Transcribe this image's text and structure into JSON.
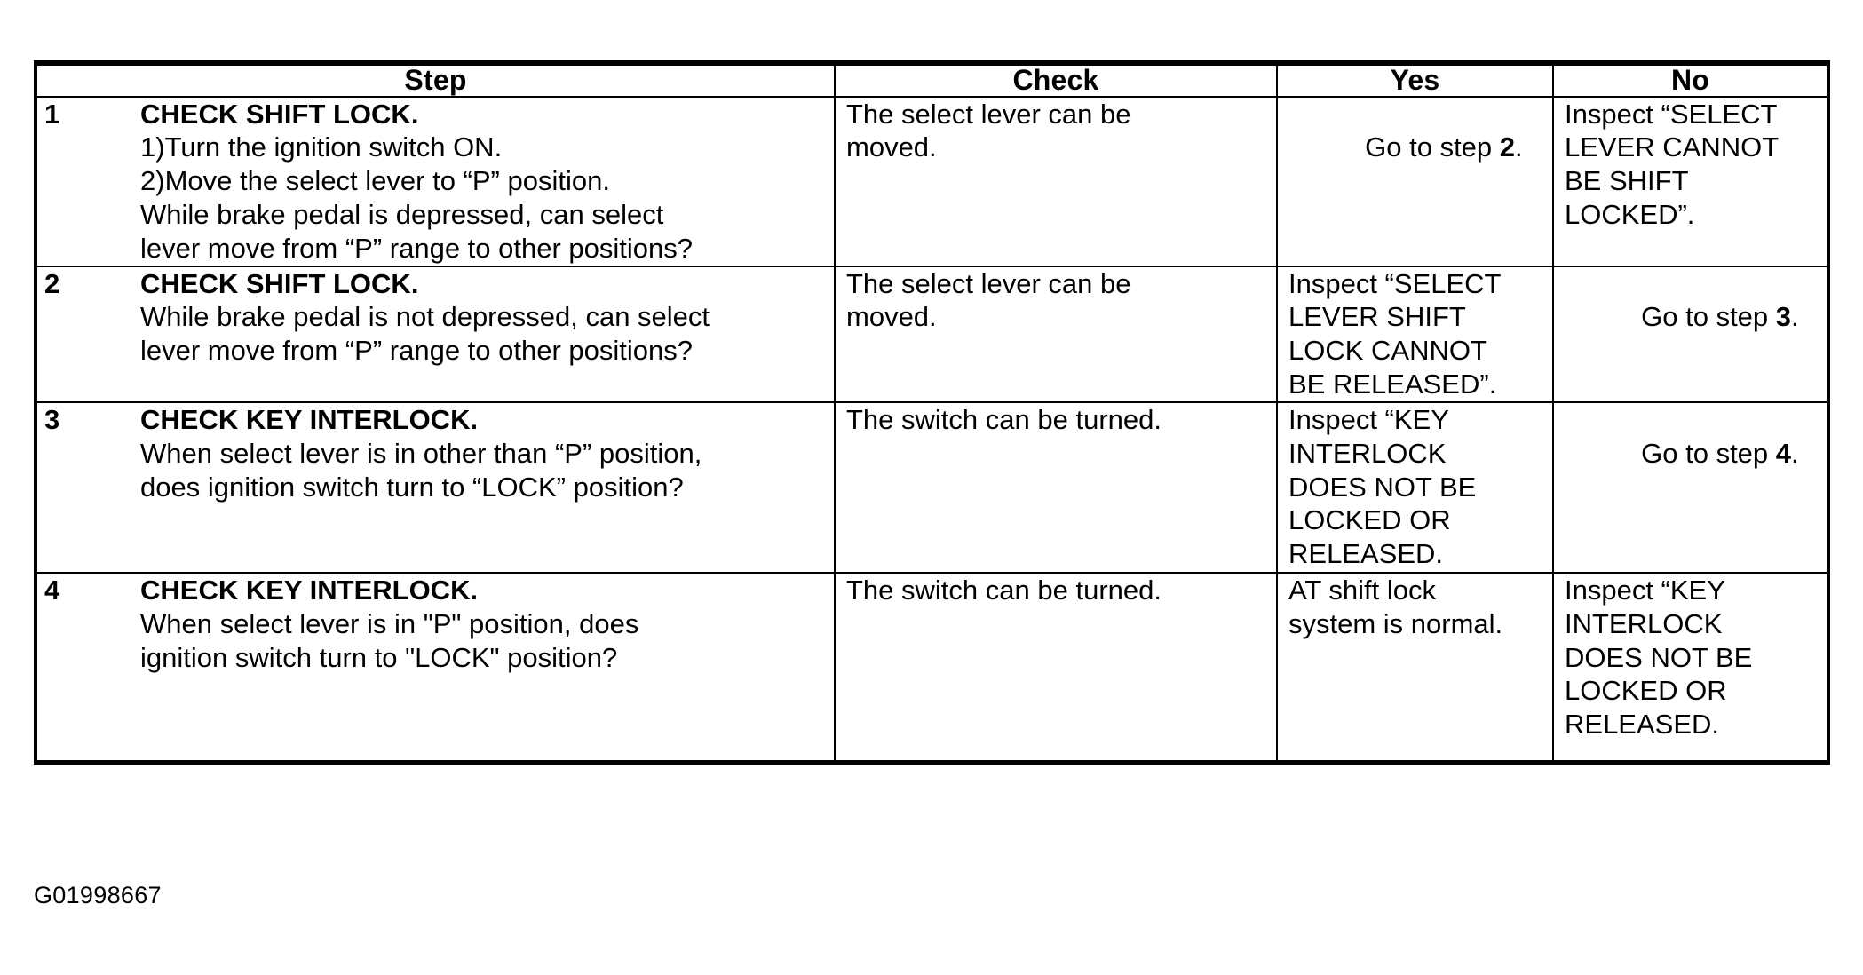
{
  "document": {
    "figure_code": "G01998667"
  },
  "table": {
    "headers": {
      "step": "Step",
      "check": "Check",
      "yes": "Yes",
      "no": "No"
    },
    "rows": [
      {
        "number": "1",
        "step_title": "CHECK SHIFT LOCK.",
        "step_body": "1)Turn the ignition switch ON.\n2)Move the select lever to “P” position.\nWhile brake pedal is depressed, can select\nlever move from “P” range to other positions?",
        "check": "The select lever can be\nmoved.",
        "yes_prefix": "Go to step ",
        "yes_bold": "2",
        "yes_suffix": ".",
        "yes": "Go to step 2.",
        "no": "Inspect “SELECT\nLEVER CANNOT\nBE SHIFT\nLOCKED”."
      },
      {
        "number": "2",
        "step_title": "CHECK SHIFT LOCK.",
        "step_body": "While brake pedal is not depressed, can select\nlever move from “P” range to other positions?",
        "check": "The select lever can be\nmoved.",
        "yes": "Inspect “SELECT\nLEVER SHIFT\nLOCK CANNOT\nBE RELEASED”.",
        "no_prefix": "Go to step ",
        "no_bold": "3",
        "no_suffix": ".",
        "no": "Go to step 3."
      },
      {
        "number": "3",
        "step_title": "CHECK KEY INTERLOCK.",
        "step_body": "When select lever is in other than “P” position,\ndoes ignition switch turn to “LOCK” position?",
        "check": "The switch can be turned.",
        "yes": "Inspect “KEY\nINTERLOCK\nDOES NOT BE\nLOCKED OR\nRELEASED.",
        "no_prefix": "Go to step ",
        "no_bold": "4",
        "no_suffix": ".",
        "no": "Go to step 4."
      },
      {
        "number": "4",
        "step_title": "CHECK KEY INTERLOCK.",
        "step_body": "When select lever is in \"P\" position, does\nignition switch turn to \"LOCK\" position?",
        "check": "The switch can be turned.",
        "yes": "AT shift lock\nsystem is normal.",
        "no": "Inspect “KEY\nINTERLOCK\nDOES NOT BE\nLOCKED OR\nRELEASED."
      }
    ]
  }
}
